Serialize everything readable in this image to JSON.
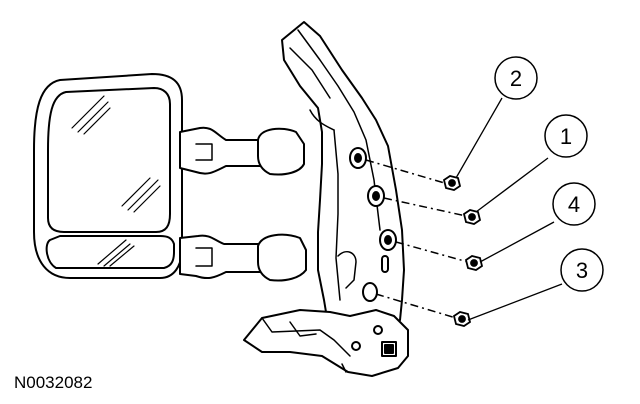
{
  "figure_id": "N0032082",
  "callouts": [
    {
      "number": "2"
    },
    {
      "number": "1"
    },
    {
      "number": "4"
    },
    {
      "number": "3"
    }
  ],
  "colors": {
    "line": "#000000",
    "background": "#ffffff",
    "hatch": "#000000"
  }
}
